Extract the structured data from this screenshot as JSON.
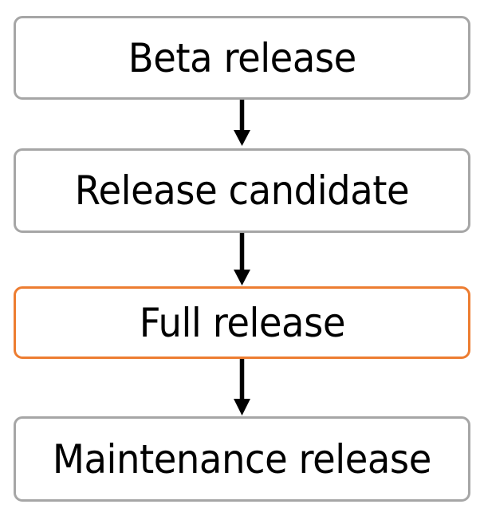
{
  "diagram": {
    "type": "flowchart",
    "orientation": "vertical-top-to-bottom",
    "background_color": "#FFFFFF",
    "title": "",
    "node_border_default_color": "#A6A6A6",
    "node_highlight_color": "#ED7D31",
    "node_fill_color": "#FFFFFF",
    "text_color": "#000000",
    "connector_color": "#000000",
    "nodes": [
      {
        "id": "beta-release",
        "label": "Beta release",
        "border_color": "#A6A6A6",
        "highlighted": "false"
      },
      {
        "id": "release-candidate",
        "label": "Release candidate",
        "border_color": "#A6A6A6",
        "highlighted": "false"
      },
      {
        "id": "full-release",
        "label": "Full release",
        "border_color": "#ED7D31",
        "highlighted": "true"
      },
      {
        "id": "maintenance-release",
        "label": "Maintenance release",
        "border_color": "#A6A6A6",
        "highlighted": "false"
      }
    ],
    "connectors": [
      {
        "id": "arrow-1",
        "from": "beta-release",
        "to": "release-candidate",
        "style": "solid-arrow-down"
      },
      {
        "id": "arrow-2",
        "from": "release-candidate",
        "to": "full-release",
        "style": "solid-arrow-down"
      },
      {
        "id": "arrow-3",
        "from": "full-release",
        "to": "maintenance-release",
        "style": "solid-arrow-down"
      }
    ]
  }
}
